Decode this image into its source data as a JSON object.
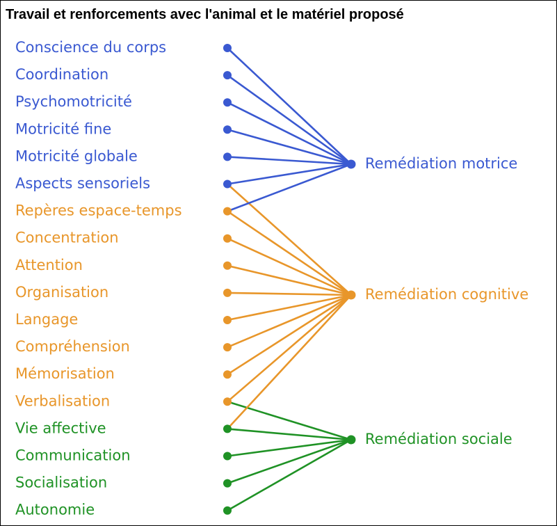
{
  "title": "Travail et renforcements avec l'animal et le matériel proposé",
  "colors": {
    "motor": "#3a59d1",
    "cognitive": "#e8962a",
    "social": "#1f9225"
  },
  "targets": [
    {
      "id": "motrice",
      "label": "Remédiation motrice",
      "color": "motor"
    },
    {
      "id": "cognitive",
      "label": "Remédiation cognitive",
      "color": "cognitive"
    },
    {
      "id": "sociale",
      "label": "Remédiation sociale",
      "color": "social"
    }
  ],
  "items": [
    {
      "label": "Conscience du corps",
      "color": "motor",
      "links": [
        "motrice"
      ]
    },
    {
      "label": "Coordination",
      "color": "motor",
      "links": [
        "motrice"
      ]
    },
    {
      "label": "Psychomotricité",
      "color": "motor",
      "links": [
        "motrice"
      ]
    },
    {
      "label": "Motricité fine",
      "color": "motor",
      "links": [
        "motrice"
      ]
    },
    {
      "label": "Motricité globale",
      "color": "motor",
      "links": [
        "motrice"
      ]
    },
    {
      "label": "Aspects sensoriels",
      "color": "motor",
      "links": [
        "motrice",
        "cognitive"
      ]
    },
    {
      "label": "Repères espace-temps",
      "color": "cognitive",
      "links": [
        "cognitive",
        "motrice"
      ]
    },
    {
      "label": "Concentration",
      "color": "cognitive",
      "links": [
        "cognitive"
      ]
    },
    {
      "label": "Attention",
      "color": "cognitive",
      "links": [
        "cognitive"
      ]
    },
    {
      "label": "Organisation",
      "color": "cognitive",
      "links": [
        "cognitive"
      ]
    },
    {
      "label": "Langage",
      "color": "cognitive",
      "links": [
        "cognitive"
      ]
    },
    {
      "label": "Compréhension",
      "color": "cognitive",
      "links": [
        "cognitive"
      ]
    },
    {
      "label": "Mémorisation",
      "color": "cognitive",
      "links": [
        "cognitive"
      ]
    },
    {
      "label": "Verbalisation",
      "color": "cognitive",
      "links": [
        "cognitive",
        "sociale"
      ]
    },
    {
      "label": "Vie affective",
      "color": "social",
      "links": [
        "sociale",
        "cognitive"
      ]
    },
    {
      "label": "Communication",
      "color": "social",
      "links": [
        "sociale"
      ]
    },
    {
      "label": "Socialisation",
      "color": "social",
      "links": [
        "sociale"
      ]
    },
    {
      "label": "Autonomie",
      "color": "social",
      "links": [
        "sociale"
      ]
    }
  ]
}
